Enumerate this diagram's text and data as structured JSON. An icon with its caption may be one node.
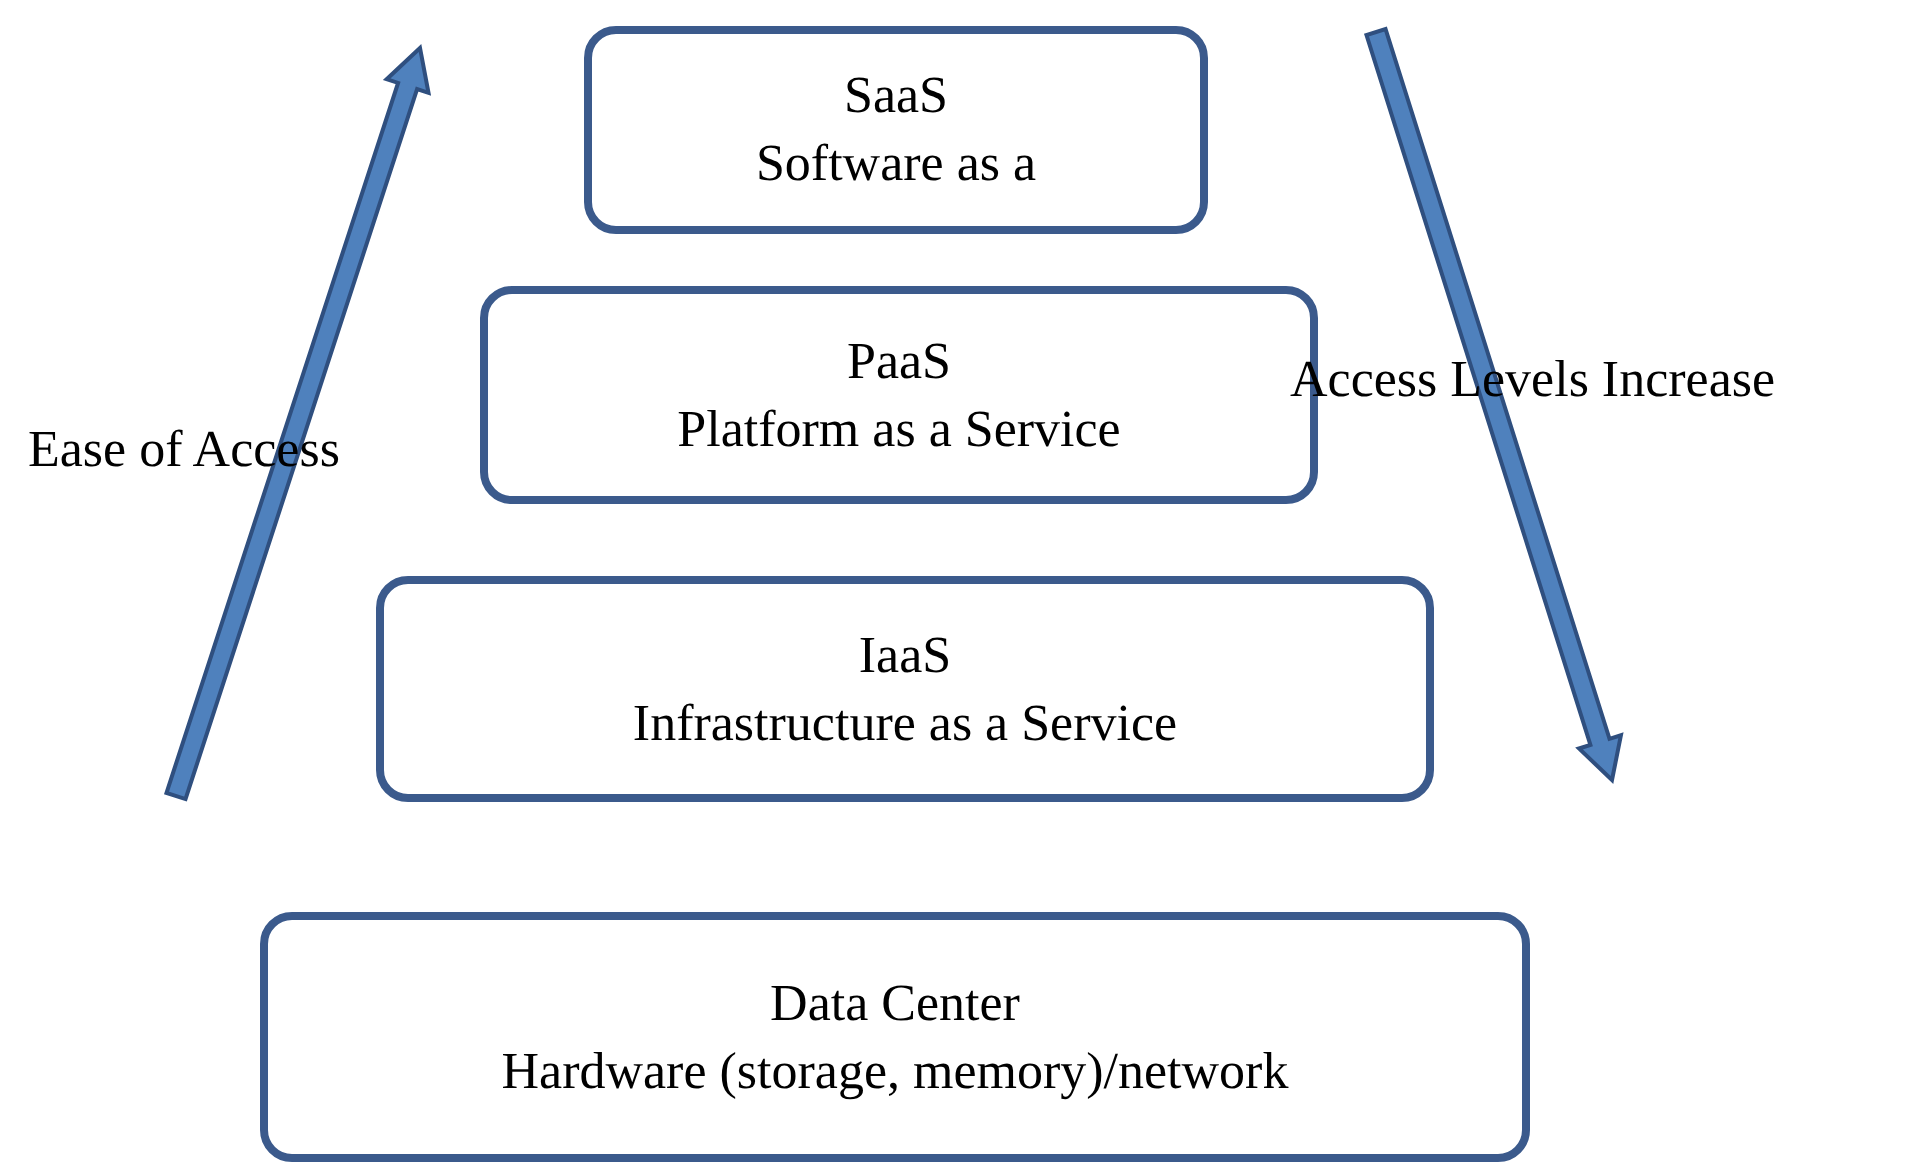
{
  "diagram": {
    "nodes": [
      {
        "text": [
          "SaaS",
          "Software as a"
        ]
      },
      {
        "text": [
          "PaaS",
          "Platform as a Service"
        ]
      },
      {
        "text": [
          "IaaS",
          "Infrastructure as a Service"
        ]
      },
      {
        "text": [
          "Data Center",
          "Hardware (storage, memory)/network"
        ]
      }
    ],
    "edges": [],
    "labels": [
      "Access Levels Increase",
      "Ease of Access"
    ]
  }
}
